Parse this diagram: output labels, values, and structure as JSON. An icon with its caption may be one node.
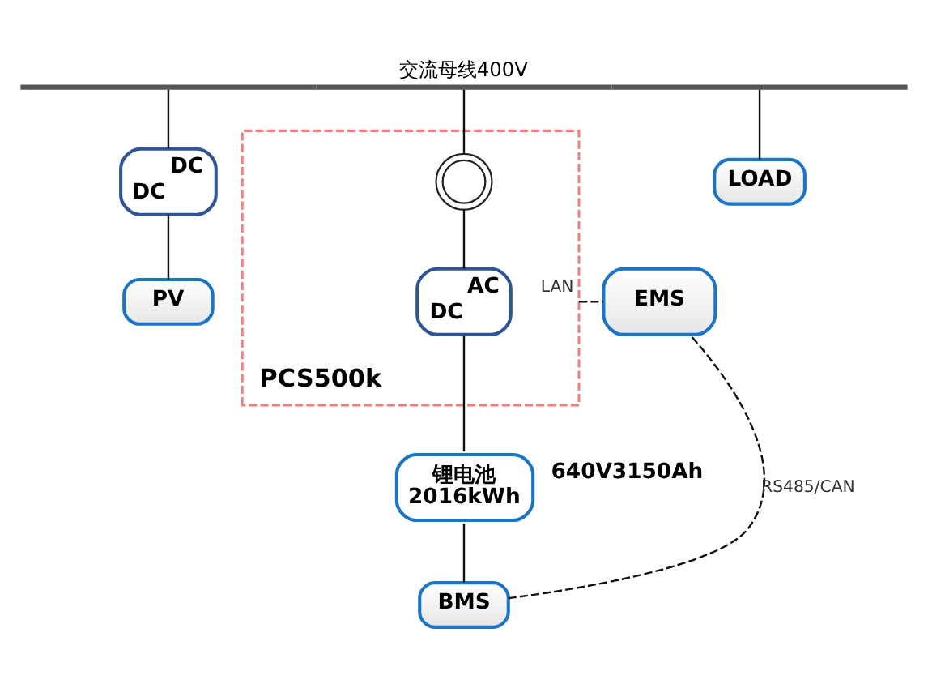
{
  "diagram": {
    "nodes": [
      {
        "text": [
          "交流母线400V"
        ]
      },
      {
        "text": [
          "DC",
          "DC"
        ]
      },
      {
        "text": [
          "PV"
        ]
      },
      {
        "text": [
          "PCS500k"
        ]
      },
      {
        "text": [],
        "shape": "circle",
        "in": 3
      },
      {
        "text": [
          "AC",
          "DC"
        ],
        "in": 3
      },
      {
        "text": [
          "LOAD"
        ]
      },
      {
        "text": [
          "EMS"
        ]
      },
      {
        "text": [
          "锂电池",
          "2016kWh"
        ],
        "beside": [
          "640V3150Ah"
        ]
      },
      {
        "text": [
          "BMS"
        ]
      }
    ],
    "edges": [
      {
        "from": 0,
        "to": 1,
        "arrow": "none"
      },
      {
        "from": 1,
        "to": 2,
        "arrow": "none"
      },
      {
        "from": 0,
        "to": 4,
        "arrow": "none"
      },
      {
        "from": 4,
        "to": 5,
        "arrow": "none"
      },
      {
        "from": 5,
        "to": 8,
        "arrow": "none"
      },
      {
        "from": 8,
        "to": 9,
        "arrow": "none"
      },
      {
        "from": 0,
        "to": 6,
        "arrow": "none"
      },
      {
        "from": 3,
        "to": 7,
        "arrow": "none",
        "label": "LAN",
        "style": "dashed"
      },
      {
        "from": 9,
        "to": 7,
        "arrow": "none",
        "label": "RS485/CAN",
        "style": "dashed"
      }
    ]
  }
}
